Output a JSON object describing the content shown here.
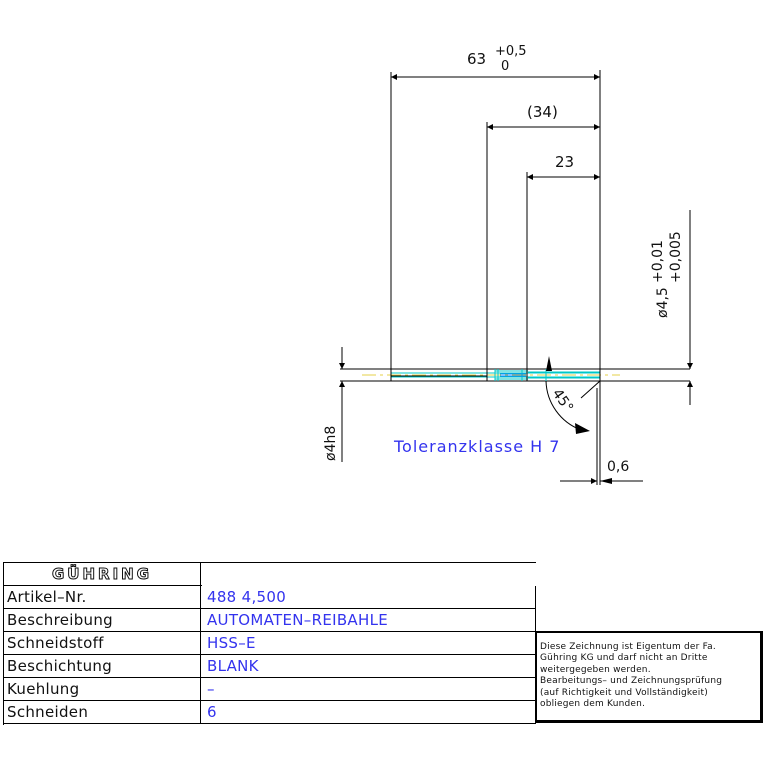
{
  "drawing": {
    "dimensions": {
      "overall_length": "63",
      "overall_length_tol_upper": "+0,5",
      "overall_length_tol_lower": "0",
      "reference_length": "(34)",
      "flute_length": "23",
      "cutting_diameter": "ø4,5",
      "cutting_diameter_tol_upper": "+0,01",
      "cutting_diameter_tol_lower": "+0,005",
      "shank_diameter": "ø4h8",
      "chamfer_angle": "45°",
      "chamfer_length": "0,6"
    },
    "tolerance_class": "Toleranzklasse H 7"
  },
  "title_block": {
    "logo": "GÜHRING",
    "rows": [
      {
        "label": "Artikel–Nr.",
        "value": "488 4,500"
      },
      {
        "label": "Beschreibung",
        "value": "AUTOMATEN–REIBAHLE"
      },
      {
        "label": "Schneidstoff",
        "value": "HSS–E"
      },
      {
        "label": "Beschichtung",
        "value": "BLANK"
      },
      {
        "label": "Kuehlung",
        "value": "–"
      },
      {
        "label": "Schneiden",
        "value": "6"
      }
    ]
  },
  "notice": {
    "lines": [
      "Diese Zeichnung ist Eigentum der Fa.",
      "Gühring KG und darf nicht an Dritte",
      "weitergegeben werden.",
      "Bearbeitungs– und Zeichnungsprüfung",
      "(auf Richtigkeit und Vollständigkeit)",
      "obliegen dem Kunden."
    ]
  },
  "colors": {
    "line": "#000000",
    "dimension_text": "#111111",
    "blue_text": "#3333ee",
    "cyan_detail": "#00c8c8",
    "yellow_centerline": "#e6d24a"
  }
}
